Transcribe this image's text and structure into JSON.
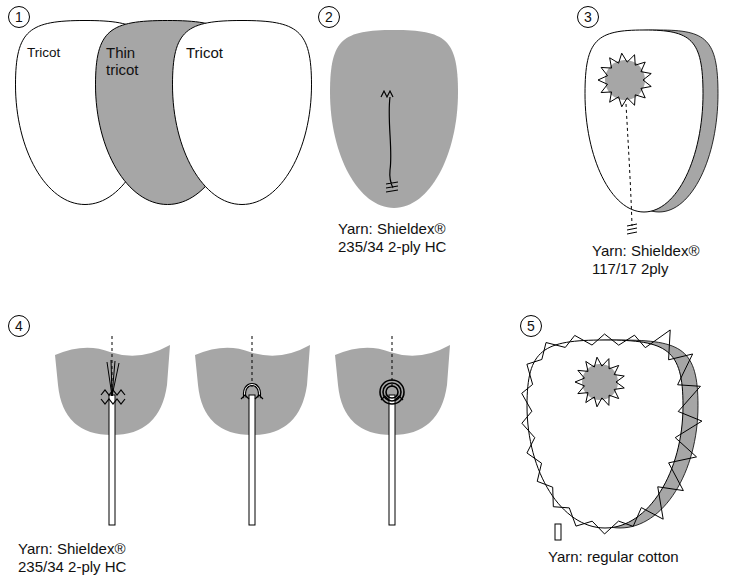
{
  "diagram": {
    "nodes": [
      {
        "text": [
          "Tricot"
        ]
      },
      {
        "text": [
          "Thin tricot"
        ]
      },
      {
        "text": [
          "Tricot"
        ]
      }
    ],
    "labels": [
      "1",
      "2",
      "Yarn: Shieldex® 235/34 2-ply HC",
      "3",
      "Yarn: Shieldex® 117/17 2ply",
      "4",
      "Yarn: Shieldex® 235/34 2-ply HC",
      "5",
      "Yarn: regular cotton"
    ]
  }
}
